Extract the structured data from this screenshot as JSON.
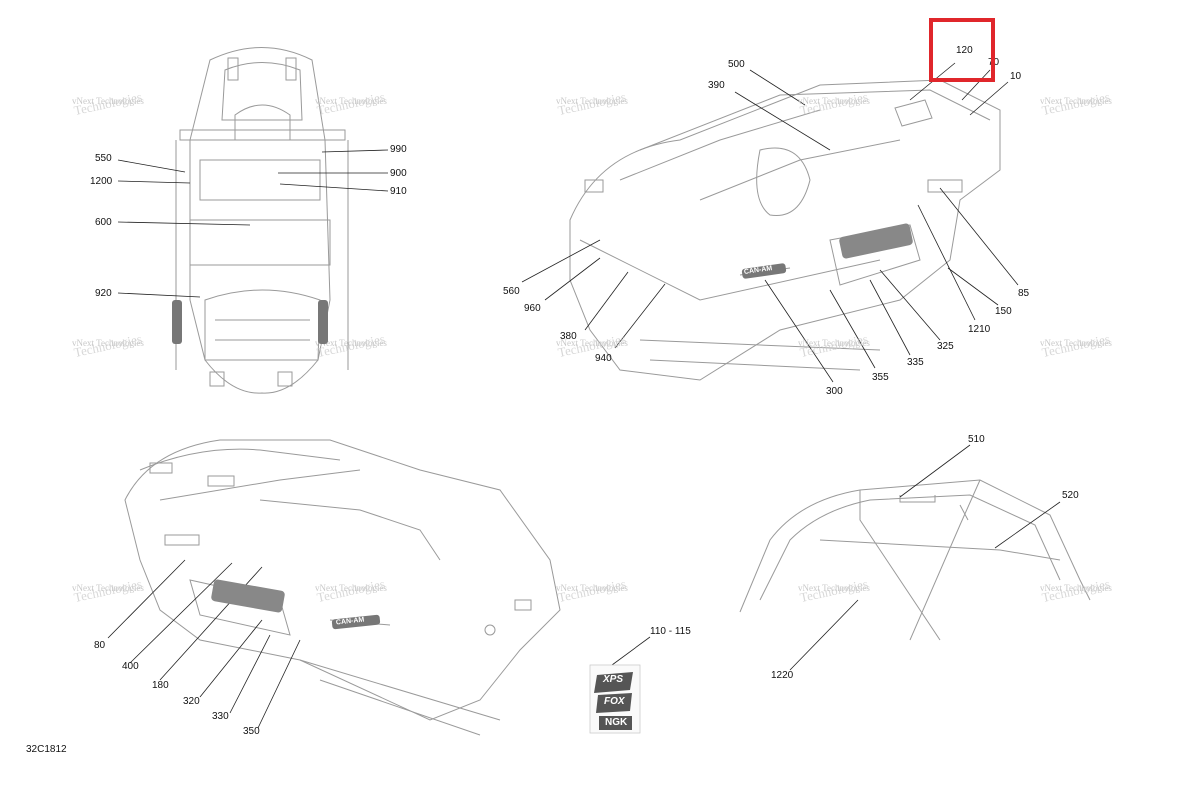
{
  "diagram_code": "32C1812",
  "highlight_colour": "#e0262b",
  "watermark": {
    "line1": "vNext Technologies",
    "line2": "Technologies"
  },
  "callouts": {
    "c550": "550",
    "c1200": "1200",
    "c600": "600",
    "c920": "920",
    "c990": "990",
    "c900": "900",
    "c910": "910",
    "c500": "500",
    "c390": "390",
    "c120": "120",
    "c70": "70",
    "c10": "10",
    "c560": "560",
    "c960": "960",
    "c380": "380",
    "c940": "940",
    "c300": "300",
    "c355": "355",
    "c335": "335",
    "c325": "325",
    "c1210": "1210",
    "c150": "150",
    "c85": "85",
    "c80": "80",
    "c400": "400",
    "c180": "180",
    "c320": "320",
    "c330": "330",
    "c350": "350",
    "c510": "510",
    "c520": "520",
    "c1220": "1220",
    "c110_115": "110 - 115"
  },
  "decals": {
    "xps": "XPS",
    "fox": "FOX",
    "ngk": "NGK",
    "canam": "CAN-AM"
  }
}
